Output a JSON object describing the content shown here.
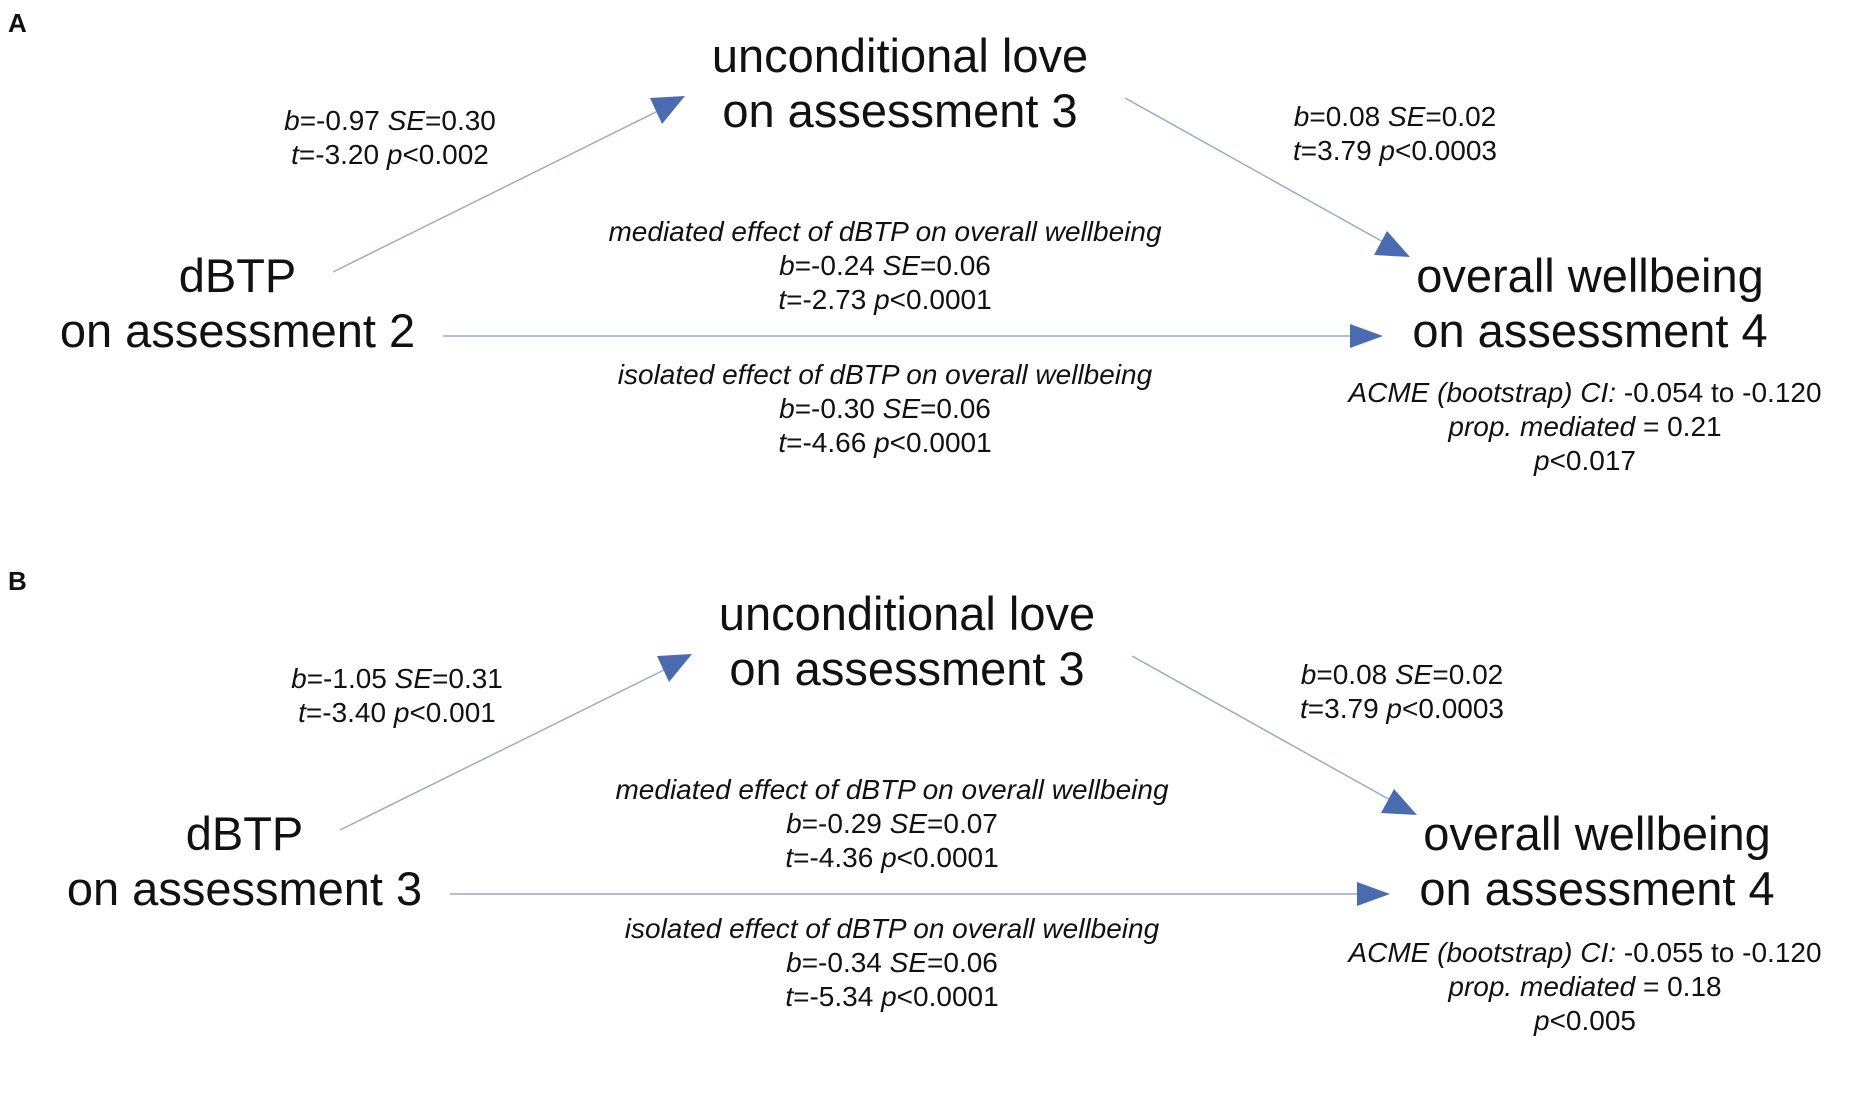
{
  "colors": {
    "arrow": "#4a6bb0",
    "line": "#9aaacb",
    "text": "#111111"
  },
  "panels": [
    {
      "label": "A",
      "mediator": {
        "line1": "unconditional love",
        "line2": "on assessment 3"
      },
      "predictor": {
        "line1": "dBTP",
        "line2": "on assessment 2"
      },
      "outcome": {
        "line1": "overall wellbeing",
        "line2": "on assessment 4"
      },
      "path_a": {
        "b": "-0.97",
        "se": "0.30",
        "t": "-3.20",
        "p": "0.002"
      },
      "path_b": {
        "b": "0.08",
        "se": "0.02",
        "t": "3.79",
        "p": "0.0003"
      },
      "mediated": {
        "title": "mediated effect of dBTP on overall wellbeing",
        "b": "-0.24",
        "se": "0.06",
        "t": "-2.73",
        "p": "0.0001"
      },
      "isolated": {
        "title": "isolated effect of dBTP on overall wellbeing",
        "b": "-0.30",
        "se": "0.06",
        "t": "-4.66",
        "p": "0.0001"
      },
      "acme": {
        "label": "ACME (bootstrap) CI:",
        "range": "-0.054 to -0.120",
        "prop_label": "prop. mediated",
        "prop": "0.21",
        "p": "0.017"
      }
    },
    {
      "label": "B",
      "mediator": {
        "line1": "unconditional love",
        "line2": "on assessment 3"
      },
      "predictor": {
        "line1": "dBTP",
        "line2": "on assessment 3"
      },
      "outcome": {
        "line1": "overall wellbeing",
        "line2": "on assessment 4"
      },
      "path_a": {
        "b": "-1.05",
        "se": "0.31",
        "t": "-3.40",
        "p": "0.001"
      },
      "path_b": {
        "b": "0.08",
        "se": "0.02",
        "t": "3.79",
        "p": "0.0003"
      },
      "mediated": {
        "title": "mediated effect of dBTP on overall wellbeing",
        "b": "-0.29",
        "se": "0.07",
        "t": "-4.36",
        "p": "0.0001"
      },
      "isolated": {
        "title": "isolated effect of dBTP on overall wellbeing",
        "b": "-0.34",
        "se": "0.06",
        "t": "-5.34",
        "p": "0.0001"
      },
      "acme": {
        "label": "ACME (bootstrap) CI:",
        "range": "-0.055 to -0.120",
        "prop_label": "prop. mediated",
        "prop": "0.18",
        "p": "0.005"
      }
    }
  ]
}
